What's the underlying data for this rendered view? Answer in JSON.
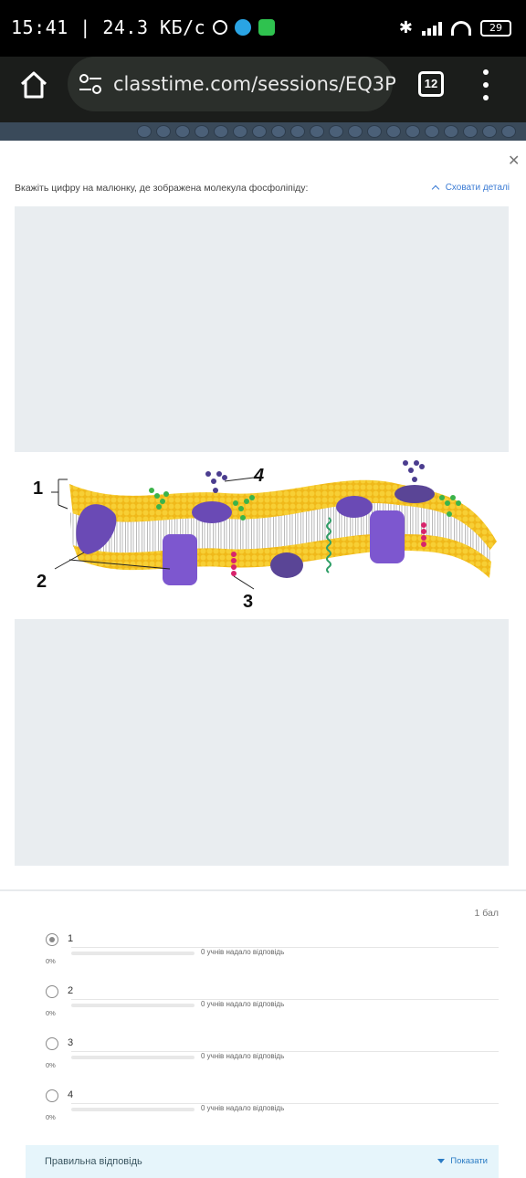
{
  "status_bar": {
    "time_speed": "15:41 | 24.3 КБ/с",
    "battery": "29",
    "icons": [
      "alarm-icon",
      "telegram-icon",
      "walk-icon",
      "bluetooth-icon",
      "signal-icon",
      "wifi-icon",
      "battery-icon"
    ]
  },
  "browser": {
    "url": "classtime.com/sessions/EQ3P",
    "tab_count": "12",
    "icons": [
      "home-icon",
      "site-settings-icon",
      "tabs-icon",
      "more-icon"
    ]
  },
  "question": {
    "text": "Вкажіть цифру на малюнку, де зображена молекула фосфоліпіду:",
    "hide_details": "Сховати деталі"
  },
  "figure": {
    "labels": [
      "1",
      "2",
      "3",
      "4"
    ],
    "colors": {
      "heads": "#f2c21f",
      "protein": "#7b55c9",
      "glyco_green": "#3bb34a",
      "glyco_purple": "#4b3d8f",
      "pink": "#d8246b",
      "helix": "#2e9e66"
    }
  },
  "points": "1 бал",
  "options": [
    {
      "label": "1",
      "count_text": "0 учнів надало відповідь",
      "percent": "0%",
      "selected": true
    },
    {
      "label": "2",
      "count_text": "0 учнів надало відповідь",
      "percent": "0%",
      "selected": false
    },
    {
      "label": "3",
      "count_text": "0 учнів надало відповідь",
      "percent": "0%",
      "selected": false
    },
    {
      "label": "4",
      "count_text": "0 учнів надало відповідь",
      "percent": "0%",
      "selected": false
    }
  ],
  "correct_answer": {
    "label": "Правильна відповідь",
    "show": "Показати"
  }
}
